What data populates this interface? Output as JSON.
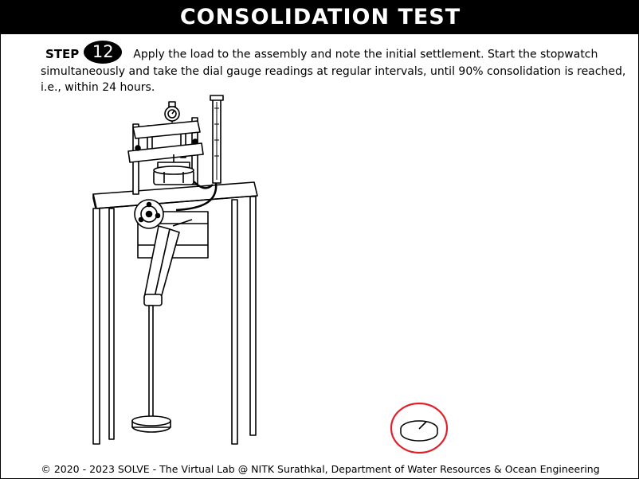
{
  "header": {
    "title": "CONSOLIDATION TEST"
  },
  "step": {
    "label": "STEP",
    "number": "12",
    "instruction": "Apply the load to the assembly and note the initial settlement. Start the stopwatch simultaneously and take the dial gauge readings at regular intervals, until 90% consolidation is reached, i.e., within 24 hours."
  },
  "illustration": {
    "icon": "consolidation-apparatus-icon"
  },
  "stopwatch": {
    "icon": "stopwatch-icon",
    "highlight_color": "#e0202a"
  },
  "footer": {
    "text": "© 2020 - 2023 SOLVE - The Virtual Lab @ NITK Surathkal, Department of Water Resources & Ocean Engineering"
  }
}
